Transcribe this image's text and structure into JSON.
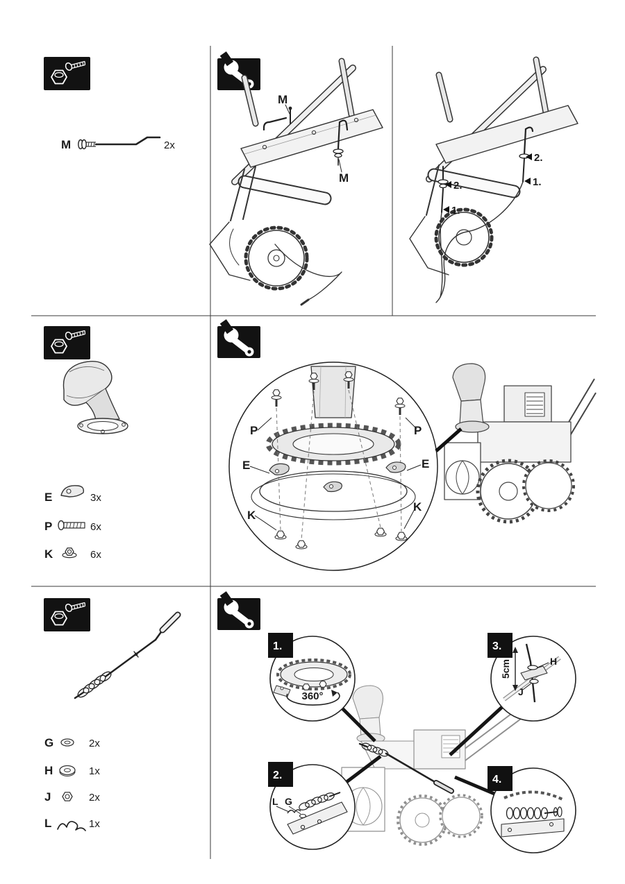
{
  "page": {
    "background": "#ffffff",
    "ink": "#231f20"
  },
  "icons": {
    "hardware_box": "nut-and-screw-icon",
    "tools_box": "wrench-icon"
  },
  "section1": {
    "parts": {
      "m": {
        "key": "M",
        "qty": "2x"
      }
    },
    "assembly_labels": {
      "m_top": "M",
      "m_bottom": "M"
    },
    "detail_steps": {
      "right_step2": "2.",
      "right_step1": "1.",
      "left_step2": "2.",
      "left_step1": "1."
    }
  },
  "section2": {
    "parts": [
      {
        "key": "E",
        "qty": "3x"
      },
      {
        "key": "P",
        "qty": "6x"
      },
      {
        "key": "K",
        "qty": "6x"
      }
    ],
    "exploded_labels": {
      "p_left": "P",
      "p_right": "P",
      "e_left": "E",
      "e_right": "E",
      "k_left": "K",
      "k_right": "K"
    }
  },
  "section3": {
    "parts": [
      {
        "key": "G",
        "qty": "2x"
      },
      {
        "key": "H",
        "qty": "1x"
      },
      {
        "key": "J",
        "qty": "2x"
      },
      {
        "key": "L",
        "qty": "1x"
      }
    ],
    "callout1": {
      "num": "1.",
      "rotation": "360°"
    },
    "callout2": {
      "num": "2.",
      "label_l": "L",
      "label_g": "G"
    },
    "callout3": {
      "num": "3.",
      "distance": "5cm",
      "label_h": "H",
      "label_j": "J"
    },
    "callout4": {
      "num": "4."
    }
  }
}
